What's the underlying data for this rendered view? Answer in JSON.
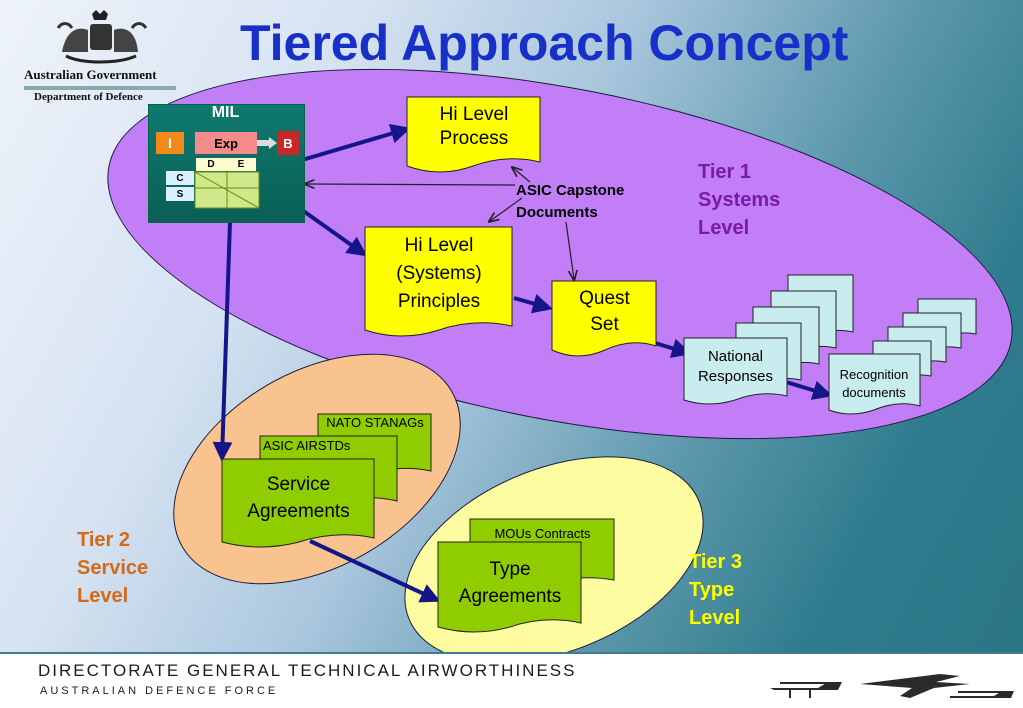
{
  "header": {
    "title": "Tiered Approach Concept",
    "gov_name": "Australian Government",
    "dept_name": "Department of Defence"
  },
  "mil_panel": {
    "label": "MIL",
    "left_box": "I",
    "center_box": "Exp",
    "right_box": "B",
    "col1": "D",
    "col2": "E",
    "row1": "C",
    "row2": "S"
  },
  "tier1": {
    "label": "Tier 1\nSystems\nLevel",
    "color": "#c27ef7",
    "hi_level_process": "Hi Level\nProcess",
    "capstone": "ASIC Capstone\n Documents",
    "hi_level_principles": "Hi Level\n(Systems)\nPrinciples",
    "quest_set": "Quest\nSet",
    "national_responses": "National\nResponses",
    "recognition_documents": "Recognition\n documents"
  },
  "tier2": {
    "label": "Tier 2\nService\nLevel",
    "color": "#f8c38f",
    "label_color": "#d4691a",
    "nato": "NATO STANAGs",
    "airstds": "ASIC AIRSTDs",
    "service_agreements": "Service\nAgreements"
  },
  "tier3": {
    "label": "Tier 3\nType\nLevel",
    "color": "#fdfca0",
    "label_color": "#ffff00",
    "mous": "MOUs Contracts",
    "type_agreements": "Type\nAgreements"
  },
  "footer": {
    "line1": "DIRECTORATE GENERAL TECHNICAL AIRWORTHINESS",
    "line2": "AUSTRALIAN DEFENCE FORCE"
  },
  "colors": {
    "title": "#1730c8",
    "yellow_doc": "#ffff00",
    "green_doc": "#8fcc00",
    "teal_doc": "#c9ecee",
    "arrow": "#15158a"
  }
}
